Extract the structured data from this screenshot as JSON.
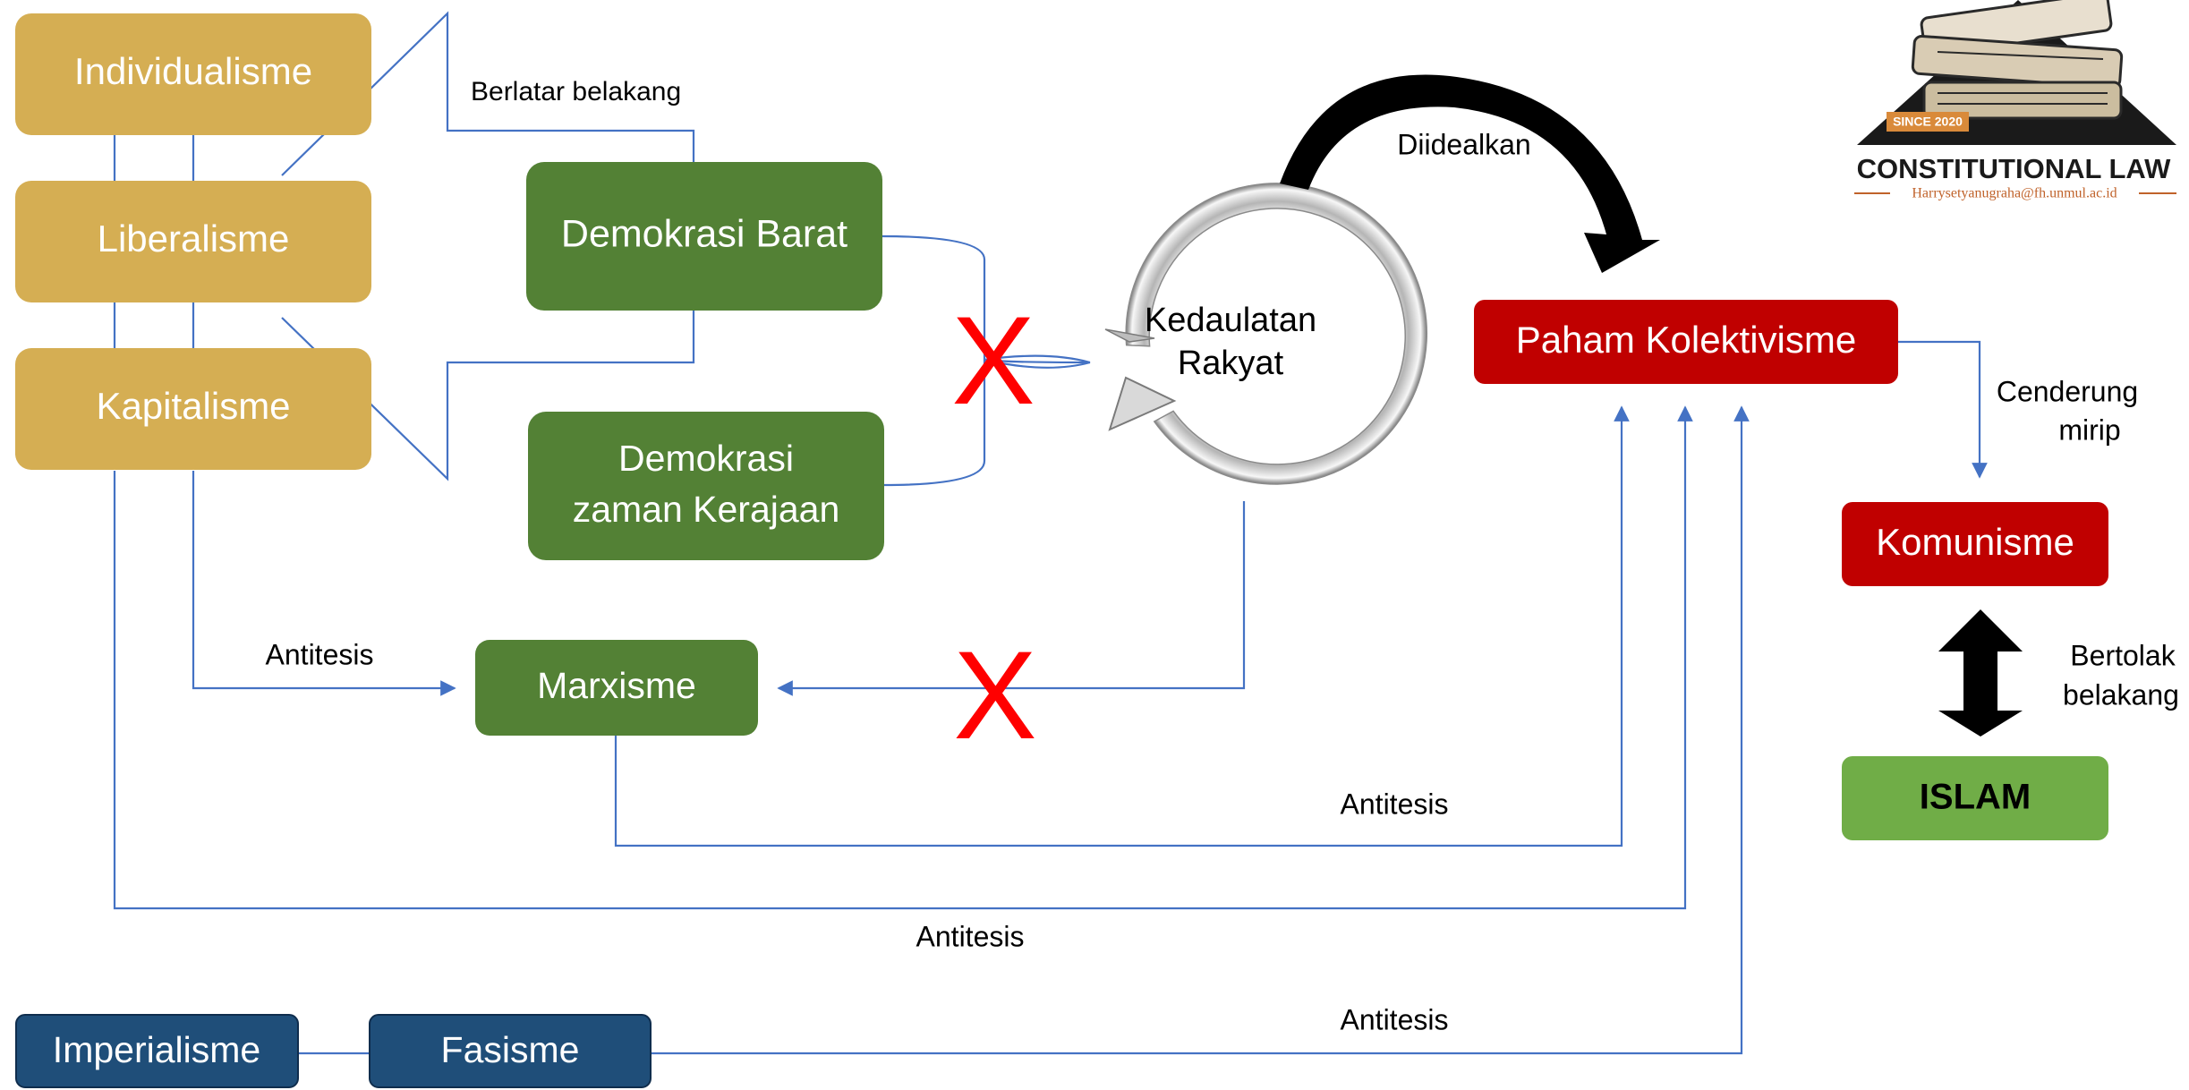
{
  "colors": {
    "gold": "#d5ae53",
    "green": "#538135",
    "red": "#c00000",
    "navy": "#1f4e79",
    "light_green": "#70ad47",
    "connector": "#4472c4",
    "cross": "#ff0000"
  },
  "nodes": {
    "individualisme": "Individualisme",
    "liberalisme": "Liberalisme",
    "kapitalisme": "Kapitalisme",
    "demokrasi_barat": "Demokrasi Barat",
    "demokrasi_kerajaan_line1": "Demokrasi",
    "demokrasi_kerajaan_line2": "zaman Kerajaan",
    "marxisme": "Marxisme",
    "kedaulatan_line1": "Kedaulatan",
    "kedaulatan_line2": "Rakyat",
    "paham_kolektivisme": "Paham Kolektivisme",
    "komunisme": "Komunisme",
    "islam": "ISLAM",
    "imperialisme": "Imperialisme",
    "fasisme": "Fasisme"
  },
  "labels": {
    "berlatar_belakang": "Berlatar belakang",
    "diidealkan": "Diidealkan",
    "cenderung_line1": "Cenderung",
    "cenderung_line2": "mirip",
    "bertolak_line1": "Bertolak",
    "bertolak_line2": "belakang",
    "antitesis_marxisme": "Antitesis",
    "antitesis_kolektivisme_1": "Antitesis",
    "antitesis_kolektivisme_2": "Antitesis",
    "antitesis_fasisme": "Antitesis",
    "cross_mark": "X"
  },
  "logo": {
    "since": "SINCE 2020",
    "title": "CONSTITUTIONAL LAW",
    "email": "Harrysetyanugraha@fh.unmul.ac.id"
  }
}
